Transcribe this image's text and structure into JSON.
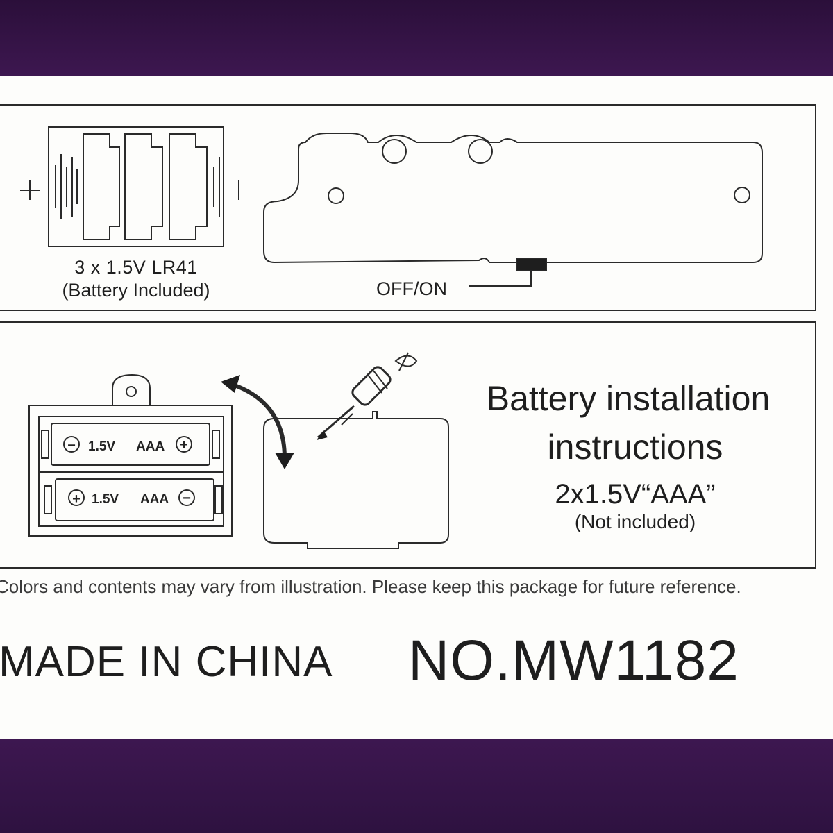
{
  "diagram_top": {
    "battery_spec": "3 x 1.5V LR41",
    "battery_note": "(Battery Included)",
    "terminal_plus": "+",
    "terminal_minus": "|",
    "switch_label": "OFF/ON"
  },
  "diagram_bottom": {
    "cell_upper_minus": "−",
    "cell_upper_voltage": "1.5V",
    "cell_upper_size": "AAA",
    "cell_upper_plus": "+",
    "cell_lower_plus": "+",
    "cell_lower_voltage": "1.5V",
    "cell_lower_size": "AAA",
    "cell_lower_minus": "−"
  },
  "instructions": {
    "line1": "Battery installation",
    "line2": "instructions",
    "line3": "2x1.5V“AAA”",
    "line4": "(Not included)"
  },
  "disclaimer": "Colors and contents may vary from illustration. Please keep this package for future reference.",
  "made_in": "MADE IN CHINA",
  "model_number": "NO.MW1182",
  "colors": {
    "package_purple": "#3a1a4a",
    "label_white": "#fdfdfb",
    "ink": "#1e1e1e"
  }
}
